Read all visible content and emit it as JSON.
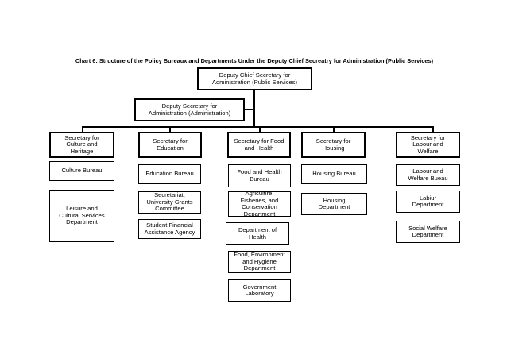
{
  "title": "Chart 6: Structure of the Policy Bureaux and Departments Under the Deputy Chief Secreatry for Administration (Public Services)",
  "top": {
    "dcs": "Deputy Chief Secretary for\nAdministration (Public Services)",
    "ds": "Deputy Secretary for\nAdministration  (Administration)"
  },
  "columns": [
    {
      "secretary": "Secretary for\nCulture and\nHeritage",
      "units": [
        "Culture Bureau",
        "Leisure and\nCultural Services\nDepartment"
      ]
    },
    {
      "secretary": "Secretary for\nEducation",
      "units": [
        "Education Bureau",
        "Secretariat,\nUniversity Grants\nCommittee",
        "Student Financial\nAssistance Agency"
      ]
    },
    {
      "secretary": "Secretary for Food\nand Health",
      "units": [
        "Food and Health\nBureau",
        "Agricultire,\nFisheries, and\nConservation\nDepartment",
        "Department of\nHealth",
        "Food, Environment\nand Hygiene\nDepartment",
        "Government\nLaboratory"
      ]
    },
    {
      "secretary": "Secretary for\nHousing",
      "units": [
        "Housing Bureau",
        "Housing\nDepartment"
      ]
    },
    {
      "secretary": "Secretary for\nLabour and\nWelfare",
      "units": [
        "Labour and\nWelfare Bueau",
        "Labiur\nDepartment",
        "Social Welfare\nDepartment"
      ]
    }
  ]
}
